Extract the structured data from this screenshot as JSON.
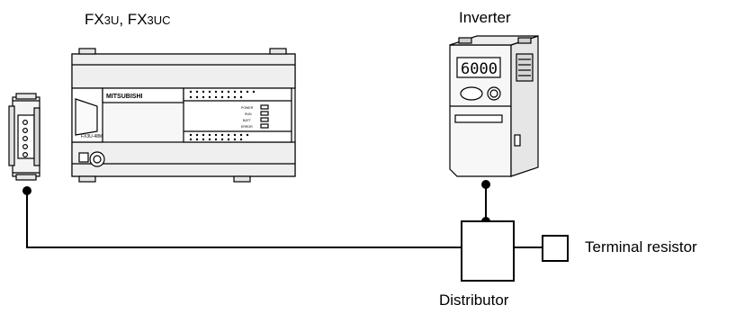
{
  "labels": {
    "plc_model_a": "FX",
    "plc_model_a_suffix": "3U",
    "plc_separator": ", FX",
    "plc_model_b_suffix": "3UC",
    "inverter": "Inverter",
    "terminal_resistor": "Terminal resistor",
    "distributor": "Distributor"
  },
  "plc": {
    "brand": "MITSUBISHI",
    "model_tag": "FX3U-48M",
    "led_labels": [
      "POWER",
      "RUN",
      "BATT",
      "ERROR"
    ]
  },
  "inverter_display": "6000",
  "colors": {
    "line": "#000000",
    "device_fill": "#f2f2f2",
    "panel_shade": "#c8c8c8"
  }
}
